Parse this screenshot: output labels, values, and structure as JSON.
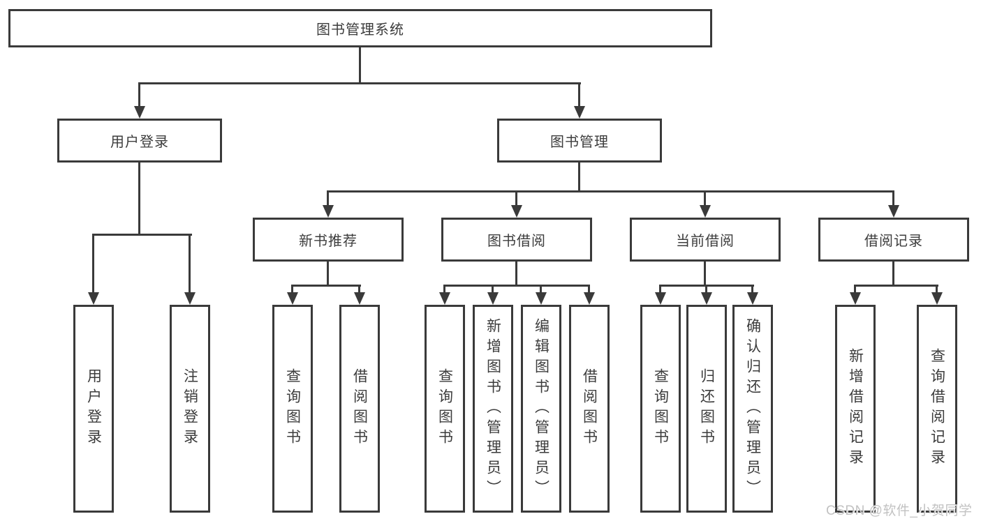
{
  "tree": {
    "root": "图书管理系统",
    "level2": [
      {
        "label": "用户登录",
        "leaves": [
          "用户登录",
          "注销登录"
        ]
      },
      {
        "label": "图书管理"
      }
    ],
    "level3": [
      {
        "label": "新书推荐",
        "leaves": [
          "查询图书",
          "借阅图书"
        ]
      },
      {
        "label": "图书借阅",
        "leaves": [
          "查询图书",
          "新增图书（管理员）",
          "编辑图书（管理员）",
          "借阅图书"
        ]
      },
      {
        "label": "当前借阅",
        "leaves": [
          "查询图书",
          "归还图书",
          "确认归还（管理员）"
        ]
      },
      {
        "label": "借阅记录",
        "leaves": [
          "新增借阅记录",
          "查询借阅记录"
        ]
      }
    ]
  },
  "watermark": "CSDN @软件_小贺同学",
  "colors": {
    "line": "#3a3a3a",
    "text": "#3c3c3c",
    "watermark": "#c2c2c2",
    "background": "#ffffff"
  }
}
